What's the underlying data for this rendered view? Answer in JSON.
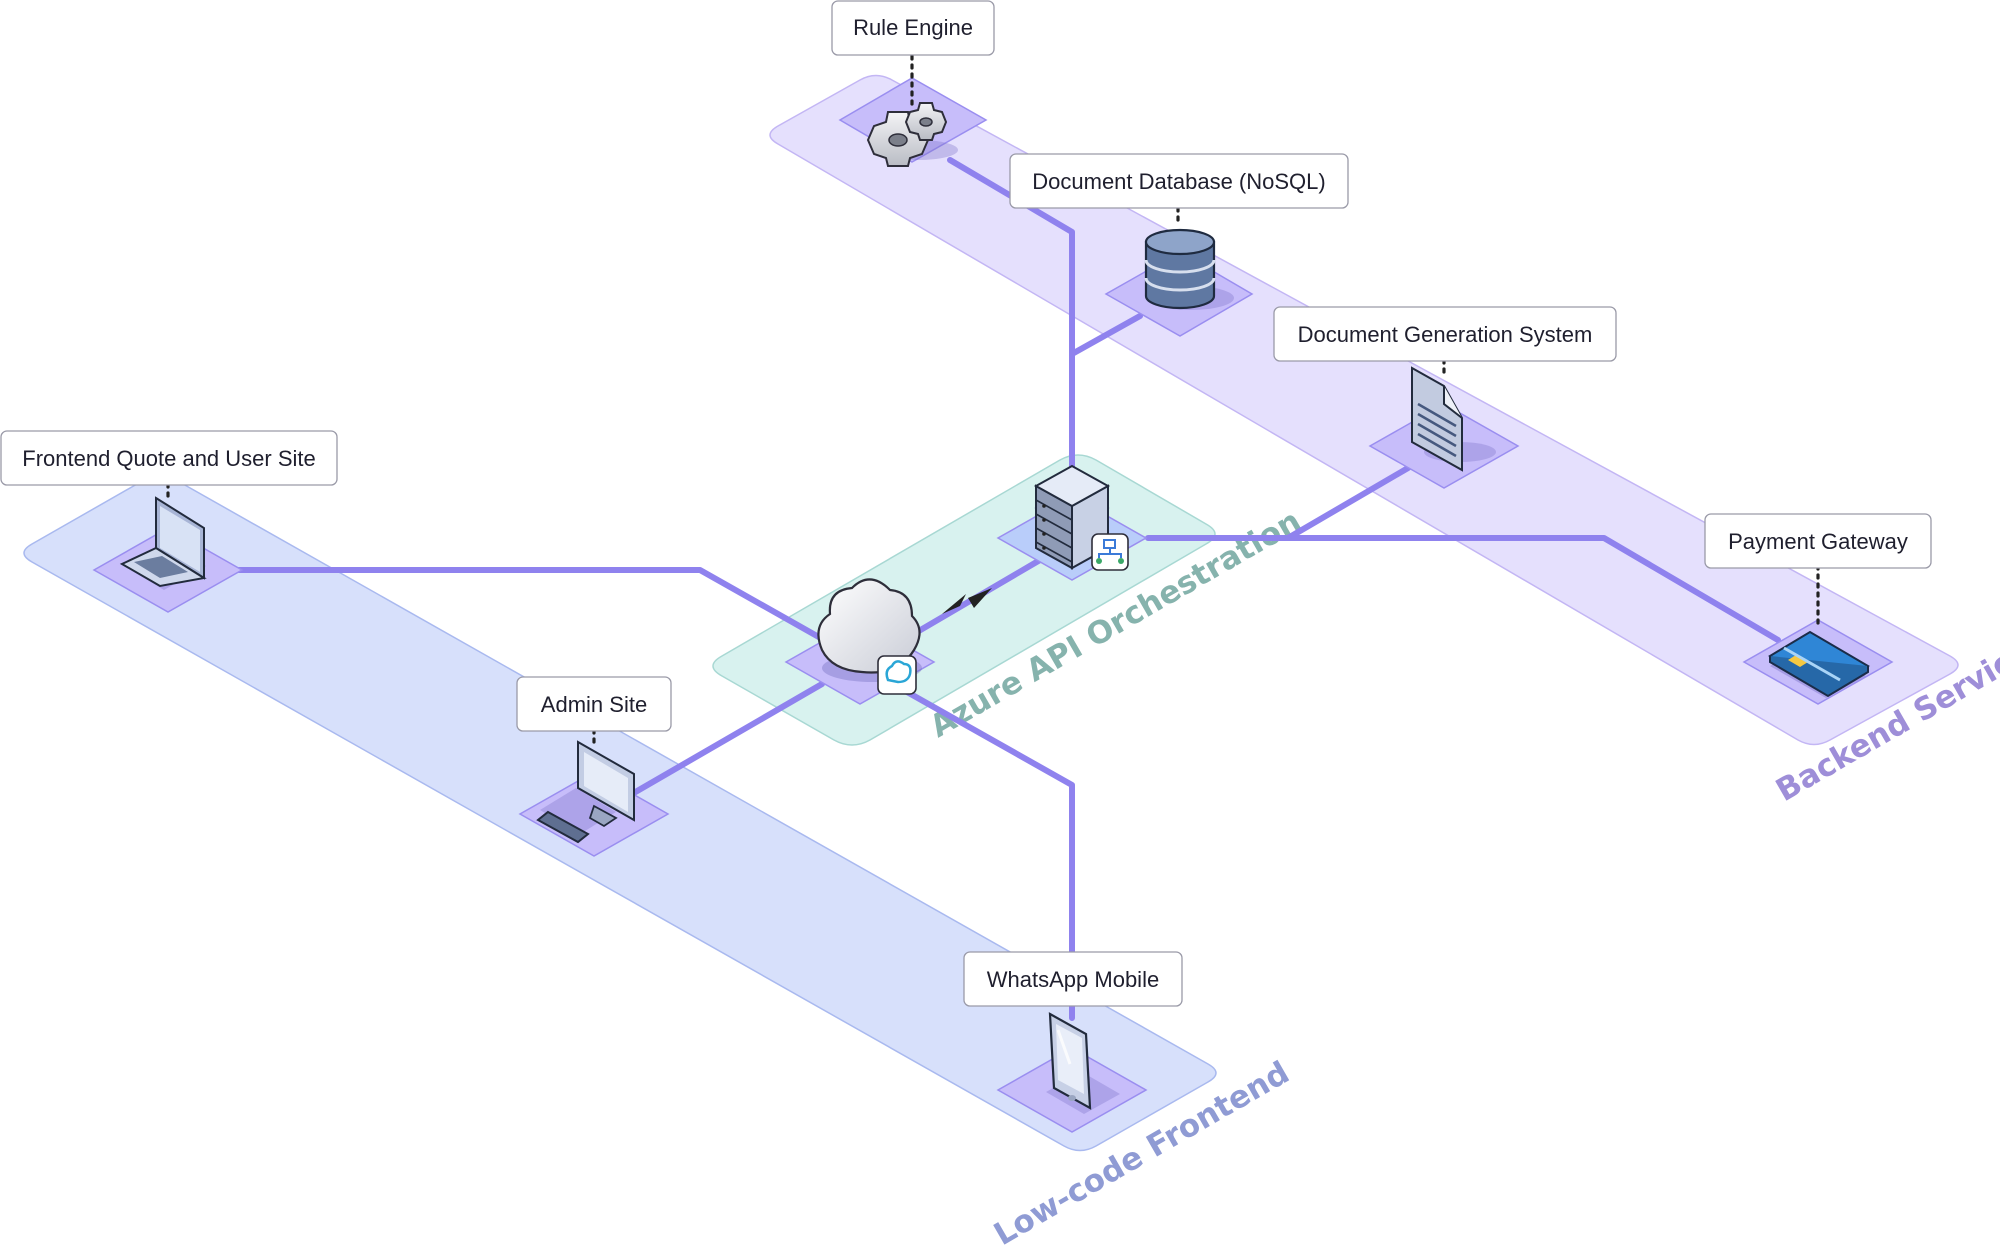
{
  "colors": {
    "link": "#8f82ee",
    "frontend_zone_fill": "#d7e0fb",
    "frontend_zone_stroke": "#a9b9ef",
    "backend_zone_fill": "#e5e0fd",
    "backend_zone_stroke": "#c3b6f4",
    "api_zone_fill": "#d8f2ef",
    "api_zone_stroke": "#a8d8d3",
    "pad_fill": "#c7bdfa",
    "pad_stroke": "#9a8ef0",
    "api_pad_fill": "#b9cdfa",
    "frontend_label": "#8f9bd4",
    "backend_label": "#9e8ed8",
    "api_label": "#86b3ad"
  },
  "zones": {
    "frontend": "Low-code Frontend",
    "backend": "Backend Service",
    "api": "Azure API Orchestration"
  },
  "nodes": {
    "rule_engine": {
      "label": "Rule Engine",
      "icon": "gears-icon"
    },
    "document_db": {
      "label": "Document Database (NoSQL)",
      "icon": "database-icon"
    },
    "doc_gen": {
      "label": "Document Generation System",
      "icon": "document-icon"
    },
    "payment": {
      "label": "Payment Gateway",
      "icon": "credit-card-icon"
    },
    "frontend_site": {
      "label": "Frontend Quote and User Site",
      "icon": "laptop-icon"
    },
    "admin_site": {
      "label": "Admin Site",
      "icon": "desktop-computer-icon"
    },
    "whatsapp": {
      "label": "WhatsApp Mobile",
      "icon": "smartphone-icon"
    },
    "api_gateway": {
      "icon": "cloud-icon"
    },
    "orchestrator": {
      "icon": "server-icon"
    }
  }
}
